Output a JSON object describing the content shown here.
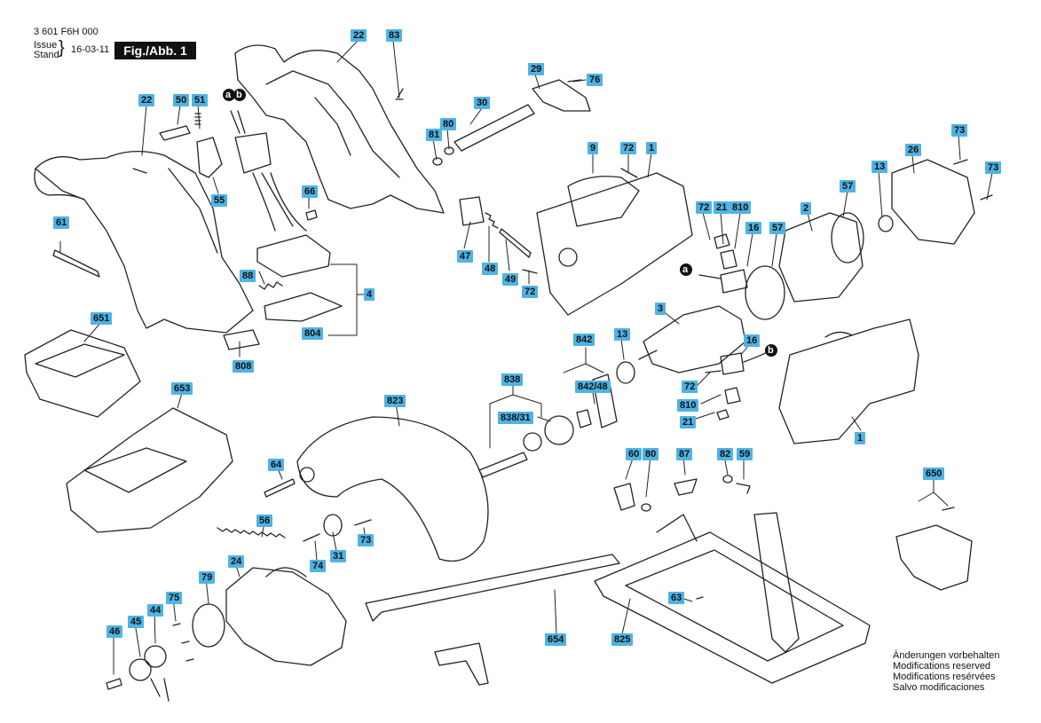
{
  "header": {
    "doc_number": "3 601 F6H 000",
    "issue_label": "Issue",
    "stand_label": "Stand",
    "date": "16-03-11",
    "figure": "Fig./Abb. 1"
  },
  "callouts": {
    "a": "a",
    "b": "b"
  },
  "part_labels": [
    "22",
    "83",
    "22",
    "50",
    "51",
    "29",
    "76",
    "30",
    "80",
    "81",
    "9",
    "72",
    "1",
    "73",
    "26",
    "73",
    "13",
    "57",
    "61",
    "66",
    "55",
    "72",
    "21",
    "810",
    "16",
    "2",
    "57",
    "47",
    "48",
    "49",
    "72",
    "88",
    "4",
    "804",
    "808",
    "651",
    "3",
    "842",
    "13",
    "16",
    "653",
    "838",
    "842/48",
    "72",
    "810",
    "21",
    "838/31",
    "1",
    "823",
    "64",
    "60",
    "80",
    "87",
    "82",
    "59",
    "650",
    "56",
    "73",
    "74",
    "31",
    "24",
    "79",
    "75",
    "45",
    "44",
    "46",
    "63",
    "654",
    "825"
  ],
  "notes": [
    "Änderungen vorbehalten",
    "Modifications reserved",
    "Modifications resérvées",
    "Salvo modificaciones"
  ]
}
